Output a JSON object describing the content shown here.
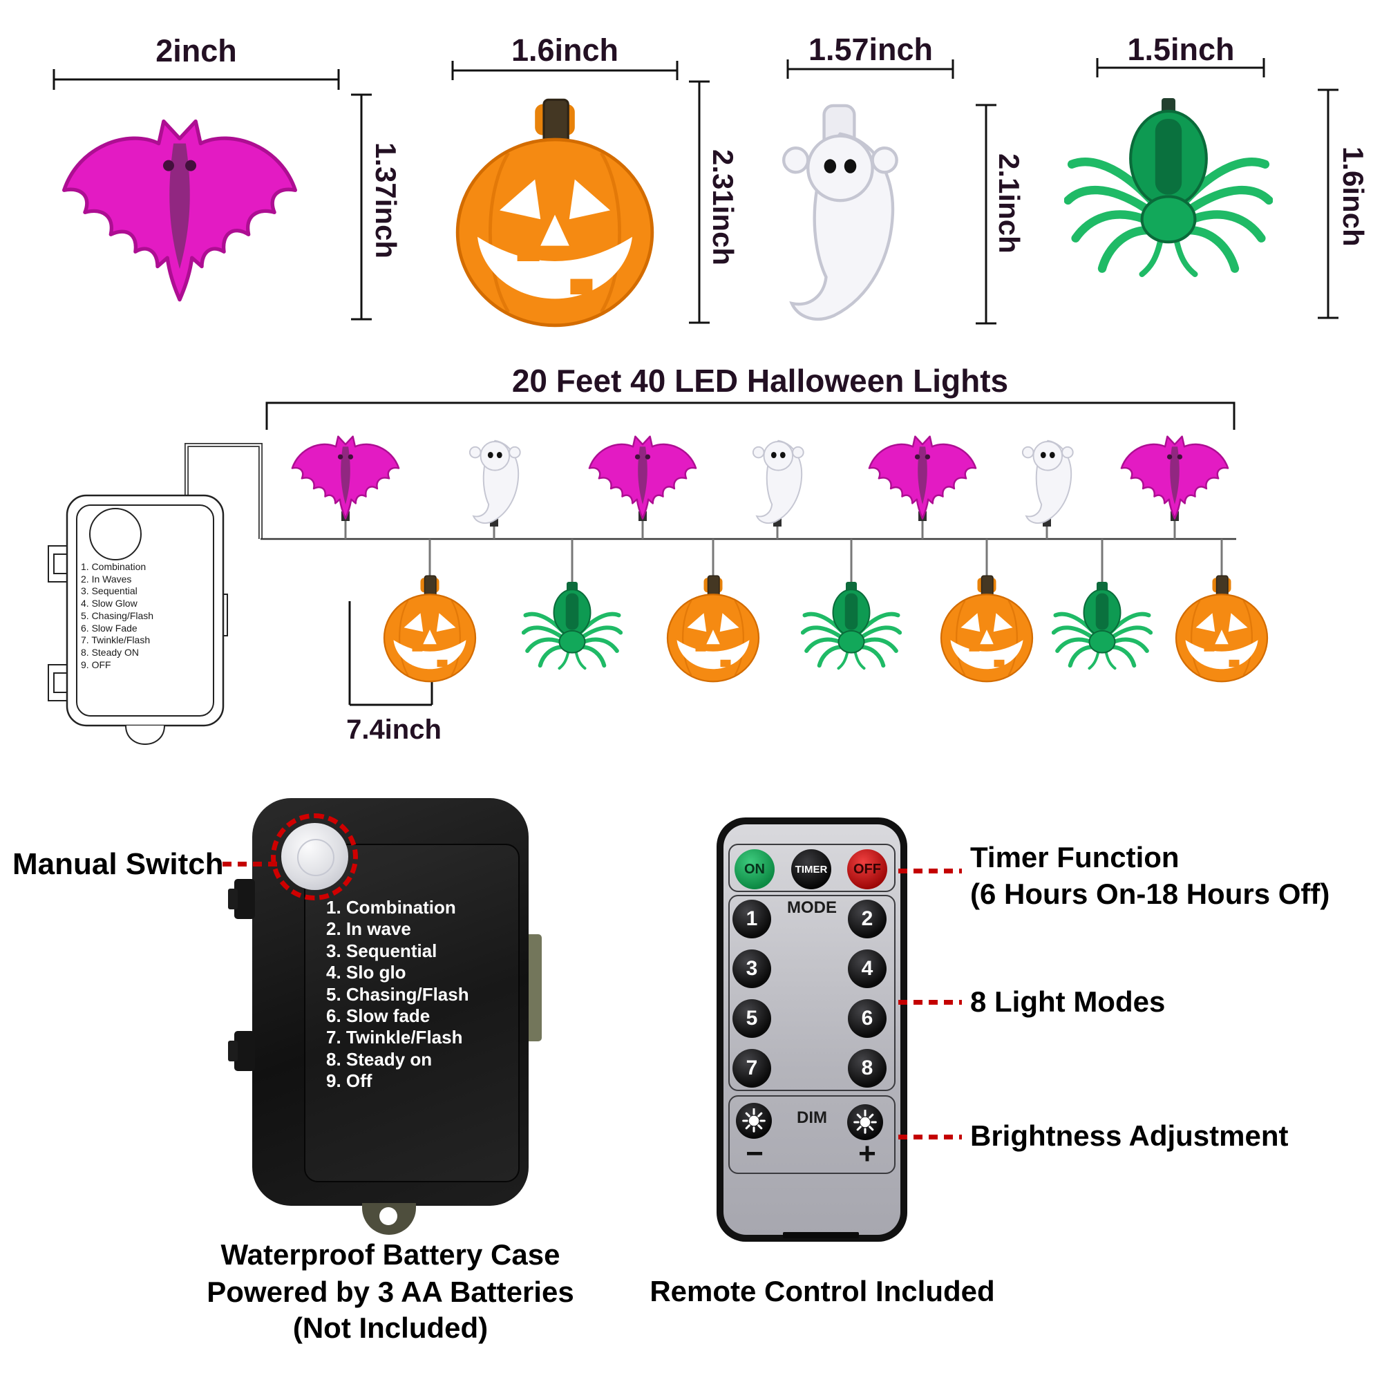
{
  "dimensions": {
    "bat": {
      "width_label": "2inch",
      "height_label": "1.37inch"
    },
    "pumpkin": {
      "width_label": "1.6inch",
      "height_label": "2.31inch"
    },
    "ghost": {
      "width_label": "1.57inch",
      "height_label": "2.1inch"
    },
    "spider": {
      "width_label": "1.5inch",
      "height_label": "1.6inch"
    }
  },
  "string_diagram": {
    "title": "20 Feet 40 LED Halloween Lights",
    "spacing_label": "7.4inch",
    "controller_modes": [
      "1. Combination",
      "2. In Waves",
      "3. Sequential",
      "4. Slow Glow",
      "5. Chasing/Flash",
      "6. Slow Fade",
      "7. Twinkle/Flash",
      "8. Steady ON",
      "9. OFF"
    ]
  },
  "battery_case": {
    "switch_label": "Manual Switch",
    "modes": [
      "1. Combination",
      "2. In wave",
      "3. Sequential",
      "4. Slo glo",
      "5. Chasing/Flash",
      "6. Slow fade",
      "7. Twinkle/Flash",
      "8. Steady on",
      "9. Off"
    ],
    "caption_line1": "Waterproof Battery Case",
    "caption_line2": "Powered by 3 AA Batteries",
    "caption_line3": "(Not Included)"
  },
  "remote": {
    "power_buttons": [
      "ON",
      "TIMER",
      "OFF"
    ],
    "mode_section_label": "MODE",
    "mode_buttons": [
      "1",
      "2",
      "3",
      "4",
      "5",
      "6",
      "7",
      "8"
    ],
    "dim_section_label": "DIM",
    "dim_minus": "−",
    "dim_plus": "+",
    "caption": "Remote Control Included"
  },
  "callouts": {
    "timer_line1": "Timer Function",
    "timer_line2": "(6 Hours On-18 Hours Off)",
    "modes": "8 Light Modes",
    "brightness": "Brightness Adjustment"
  },
  "colors": {
    "bat": "#e31bc3",
    "pumpkin": "#f58a12",
    "ghost": "#f5f5f9",
    "spider": "#0e9a52",
    "callout_red": "#c40000",
    "on_button": "#28b060",
    "off_button": "#d81616"
  }
}
